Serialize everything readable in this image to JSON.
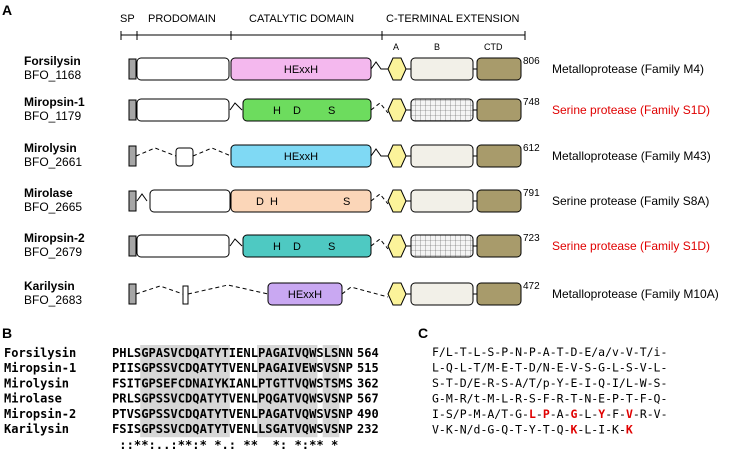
{
  "panel_a": {
    "label": "A",
    "headers": {
      "sp": "SP",
      "prodomain": "PRODOMAIN",
      "catalytic": "CATALYTIC DOMAIN",
      "cterm": "C-TERMINAL EXTENSION"
    },
    "sublabels": {
      "a": "A",
      "b": "B",
      "ctd": "CTD"
    },
    "proteins": [
      {
        "name": "Forsilysin",
        "id": "BFO_1168",
        "length": "806",
        "family": "Metalloprotease (Family M4)",
        "family_color": "#000000",
        "catalytic_color": "#f4b8ee",
        "motif": [
          "HExxH"
        ],
        "b_hatched": false
      },
      {
        "name": "Miropsin-1",
        "id": "BFO_1179",
        "length": "748",
        "family": "Serine protease (Family S1D)",
        "family_color": "#e00000",
        "catalytic_color": "#6ddc5e",
        "motif": [
          "H",
          "D",
          "S"
        ],
        "b_hatched": true
      },
      {
        "name": "Mirolysin",
        "id": "BFO_2661",
        "length": "612",
        "family": "Metalloprotease (Family M43)",
        "family_color": "#000000",
        "catalytic_color": "#7fd9f4",
        "motif": [
          "HExxH"
        ],
        "b_hatched": false
      },
      {
        "name": "Mirolase",
        "id": "BFO_2665",
        "length": "791",
        "family": "Serine protease (Family S8A)",
        "family_color": "#000000",
        "catalytic_color": "#fbd6b8",
        "motif": [
          "D",
          "H",
          "S"
        ],
        "b_hatched": false
      },
      {
        "name": "Miropsin-2",
        "id": "BFO_2679",
        "length": "723",
        "family": "Serine protease (Family S1D)",
        "family_color": "#e00000",
        "catalytic_color": "#4ec9c2",
        "motif": [
          "H",
          "D",
          "S"
        ],
        "b_hatched": true
      },
      {
        "name": "Karilysin",
        "id": "BFO_2683",
        "length": "472",
        "family": "Metalloprotease (Family M10A)",
        "family_color": "#000000",
        "catalytic_color": "#c9a8f2",
        "motif": [
          "HExxH"
        ],
        "b_hatched": false
      }
    ],
    "colors": {
      "sp": "#a6a6a6",
      "domain_a": "#fbf39a",
      "domain_b": "#f2f0e8",
      "ctd": "#a89b6b"
    }
  },
  "panel_b": {
    "label": "B",
    "rows": [
      {
        "name": "Forsilysin",
        "seq": "PHLSGPASVCDQATYTIENLPAGAIVQWSLSNN",
        "num": "564"
      },
      {
        "name": "Miropsin-1",
        "seq": "PIISGPSSVCDQATYTVENLPAGAIVEWSVSNP",
        "num": "515"
      },
      {
        "name": "Mirolysin",
        "seq": "FSITGPSEFCDNAIYKIANLPTGTTVQWSTSMS",
        "num": "362"
      },
      {
        "name": "Mirolase",
        "seq": "PRLSGPSSVCDQATYTVENLPQGATVQWSVSNP",
        "num": "567"
      },
      {
        "name": "Miropsin-2",
        "seq": "PTVSGPSSVCDQATYTVENLPAGATVQWSVSNP",
        "num": "490"
      },
      {
        "name": "Karilysin",
        "seq": "FSISGPSSVCDQATYTVENLLSGATVQWSVSNP",
        "num": "232"
      }
    ],
    "consensus": " ::**:..:**:* *.: **  *: *:** * "
  },
  "panel_c": {
    "label": "C",
    "highlight_color": "#e00000",
    "lines": [
      [
        {
          "t": "F/L-T-L-S-P-N-P-A-T-D-E/a/v-V-T/i-"
        }
      ],
      [
        {
          "t": "L-Q-L-T/M-E-T-D/N-E-V-S-G-L-S-V-L-"
        }
      ],
      [
        {
          "t": "S-T-D/E-R-S-A/T/p-Y-E-I-Q-I/L-W-S-"
        }
      ],
      [
        {
          "t": "G-M-R/t-M-L-R-S-F-R-T-N-E-P-T-F-Q-"
        }
      ],
      [
        {
          "t": "I-S/P-M-A/T-G-"
        },
        {
          "t": "L",
          "r": true
        },
        {
          "t": "-"
        },
        {
          "t": "P",
          "r": true
        },
        {
          "t": "-A-"
        },
        {
          "t": "G",
          "r": true
        },
        {
          "t": "-L-"
        },
        {
          "t": "Y",
          "r": true
        },
        {
          "t": "-F-"
        },
        {
          "t": "V",
          "r": true
        },
        {
          "t": "-R-V-"
        }
      ],
      [
        {
          "t": "V-K-N/d-G-Q-T-Y-T-Q-"
        },
        {
          "t": "K",
          "r": true
        },
        {
          "t": "-L-I-K-"
        },
        {
          "t": "K",
          "r": true
        }
      ]
    ]
  }
}
